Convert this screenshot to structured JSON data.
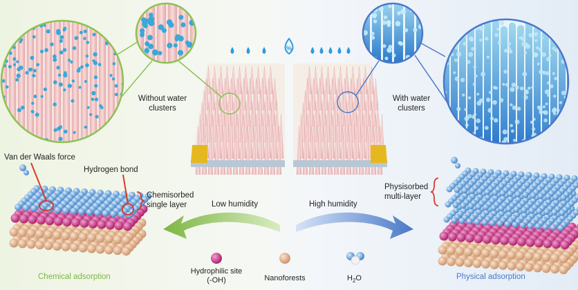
{
  "labels": {
    "without_water_clusters": [
      "Without water",
      "clusters"
    ],
    "with_water_clusters": [
      "With water",
      "clusters"
    ],
    "van_der_waals": "Van der Waals force",
    "hydrogen_bond": "Hydrogen bond",
    "chemisorbed": [
      "Chemisorbed",
      "single layer"
    ],
    "physisorbed": [
      "Physisorbed",
      "multi-layer"
    ],
    "low_humidity": "Low humidity",
    "high_humidity": "High humidity",
    "chemical_adsorption": "Chemical adsorption",
    "physical_adsorption": "Physical adsorption",
    "humidity_icon_symbol": "%"
  },
  "legend": {
    "hydrophilic_site": [
      "Hydrophilic site",
      "(-OH)"
    ],
    "nanoforests": "Nanoforests",
    "water_main": "H",
    "water_sub": "2",
    "water_tail": "O"
  },
  "colors": {
    "green_accent": "#7db643",
    "blue_accent": "#4a78c8",
    "nanopillar_pink": "#f2c6c4",
    "water_blue": "#3aa8d8",
    "hydrophilic_magenta": "#c0207a",
    "nanoforest_tan": "#e3b48c",
    "bracket_red": "#d83a2a",
    "substrate_gold": "#e6b820"
  }
}
